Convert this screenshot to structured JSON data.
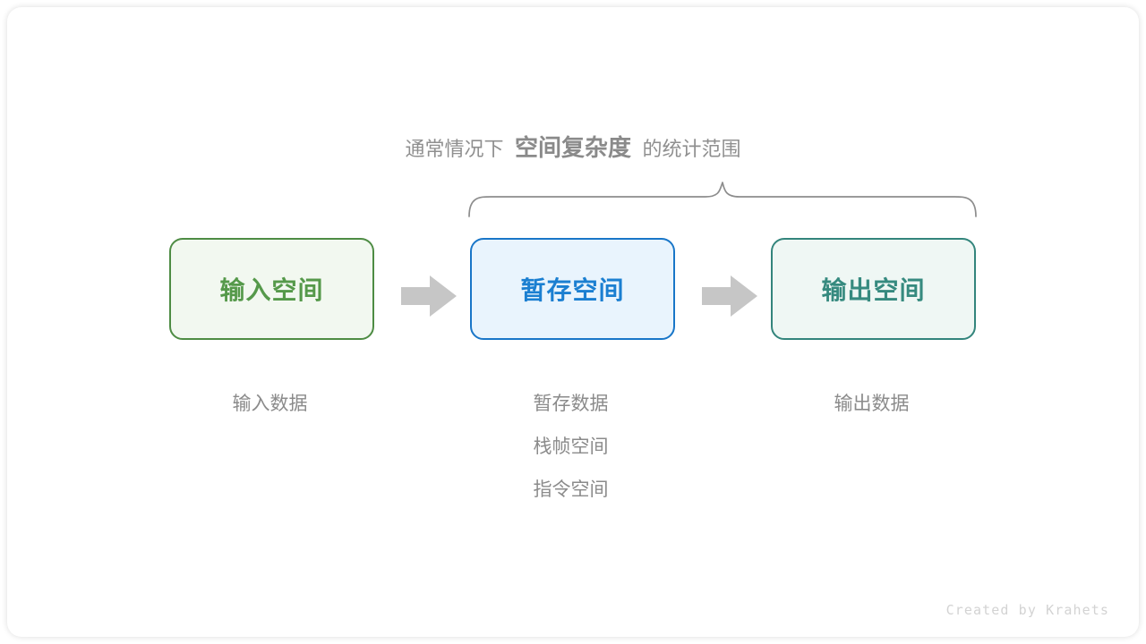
{
  "diagram": {
    "title_parts": {
      "prefix": "通常情况下",
      "emphasis": "空间复杂度",
      "suffix": "的统计范围"
    },
    "brace": {
      "icon": "curly-brace-up",
      "color": "#888888",
      "spans_boxes": [
        "暂存空间",
        "输出空间"
      ]
    },
    "boxes": [
      {
        "id": "input",
        "label": "输入空间",
        "border_color": "#4e8c44",
        "fill_color": "#f2f8f0",
        "text_color": "#55994a"
      },
      {
        "id": "buffer",
        "label": "暂存空间",
        "border_color": "#1976c8",
        "fill_color": "#e9f4fd",
        "text_color": "#1b7fd1"
      },
      {
        "id": "output",
        "label": "输出空间",
        "border_color": "#33857c",
        "fill_color": "#eff7f4",
        "text_color": "#368a7f"
      }
    ],
    "arrows": [
      {
        "id": "arrow-1",
        "icon": "right-block-arrow",
        "color": "#c6c6c6"
      },
      {
        "id": "arrow-2",
        "icon": "right-block-arrow",
        "color": "#c6c6c6"
      }
    ],
    "captions": {
      "input": [
        "输入数据"
      ],
      "buffer": [
        "暂存数据",
        "栈帧空间",
        "指令空间"
      ],
      "output": [
        "输出数据"
      ]
    },
    "watermark": "Created by Krahets"
  }
}
